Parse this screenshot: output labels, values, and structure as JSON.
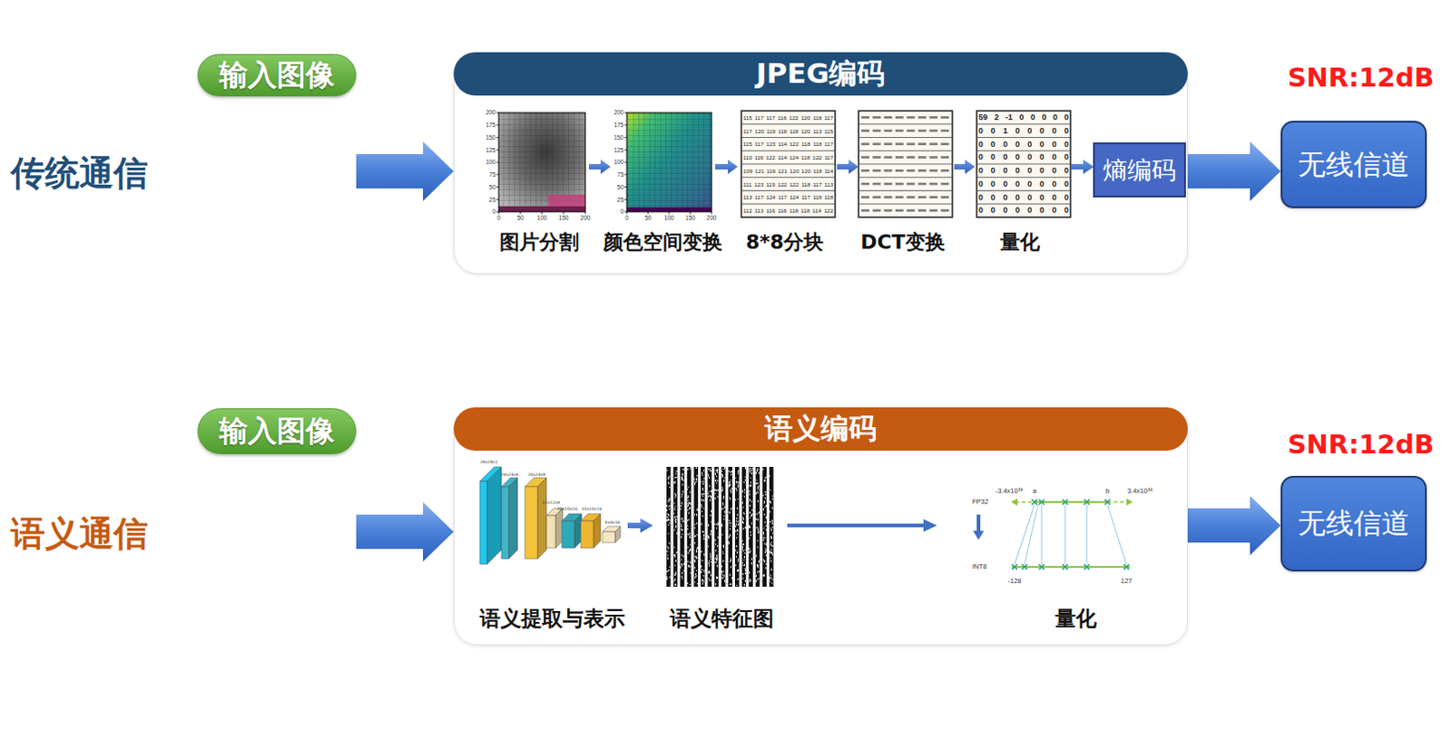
{
  "diagram": {
    "nodes": [
      {
        "text": [
          "输入图像"
        ]
      },
      {
        "text": [
          "JPEG编码"
        ]
      },
      {
        "text": [
          "熵编码"
        ],
        "in": 1
      },
      {
        "text": [
          "无线信道"
        ]
      },
      {
        "text": [
          "输入图像"
        ]
      },
      {
        "text": [
          "语义编码"
        ]
      },
      {
        "text": [
          "无线信道"
        ]
      }
    ],
    "edges": [
      {
        "from": 0,
        "to": 1,
        "arrow": "to"
      },
      {
        "from": 1,
        "to": 3,
        "arrow": "to"
      },
      {
        "from": 4,
        "to": 5,
        "arrow": "to"
      },
      {
        "from": 5,
        "to": 6,
        "arrow": "to"
      }
    ],
    "labels": [
      "传统通信",
      "SNR:12dB",
      "图片分割",
      "颜色空间变换",
      "8*8分块",
      "DCT变换",
      "量化",
      "语义通信",
      "SNR:12dB",
      "语义提取与表示",
      "语义特征图",
      "量化",
      "200",
      "175",
      "150",
      "125",
      "100",
      "75",
      "50",
      "25",
      "0",
      "0",
      "50",
      "100",
      "150",
      "200",
      "200",
      "175",
      "150",
      "125",
      "100",
      "75",
      "50",
      "25",
      "0",
      "0",
      "50",
      "100",
      "150",
      "200",
      "115 117 117 116 122 120 118 117",
      "117 120 119 118 118 120 113 115",
      "115 117 123 114 122 118 118 117",
      "110 116 122 114 124 118 122 117",
      "109 121 116 121 120 120 118 114",
      "111 123 119 122 122 118 117 113",
      "113 117 124 117 124 117 118 118",
      "112 113 116 116 118 118 114 122",
      "59 2 -1 0 0 0 0 0",
      "0 0 1 0 0 0 0 0",
      "0 0 0 0 0 0 0 0",
      "0 0 0 0 0 0 0 0",
      "0 0 0 0 0 0 0 0",
      "0 0 0 0 0 0 0 0",
      "0 0 0 0 0 0 0 0",
      "0 0 0 0 0 0 0 0",
      "28x28x1",
      "24x24x6",
      "24x24x8",
      "12x12x8",
      "10x10x16",
      "10x10x16",
      "4x4x16",
      "-3.4x10³⁸",
      "a",
      "b",
      "3.4x10³⁸",
      "FP32",
      "INT8",
      "-128",
      "127"
    ]
  }
}
